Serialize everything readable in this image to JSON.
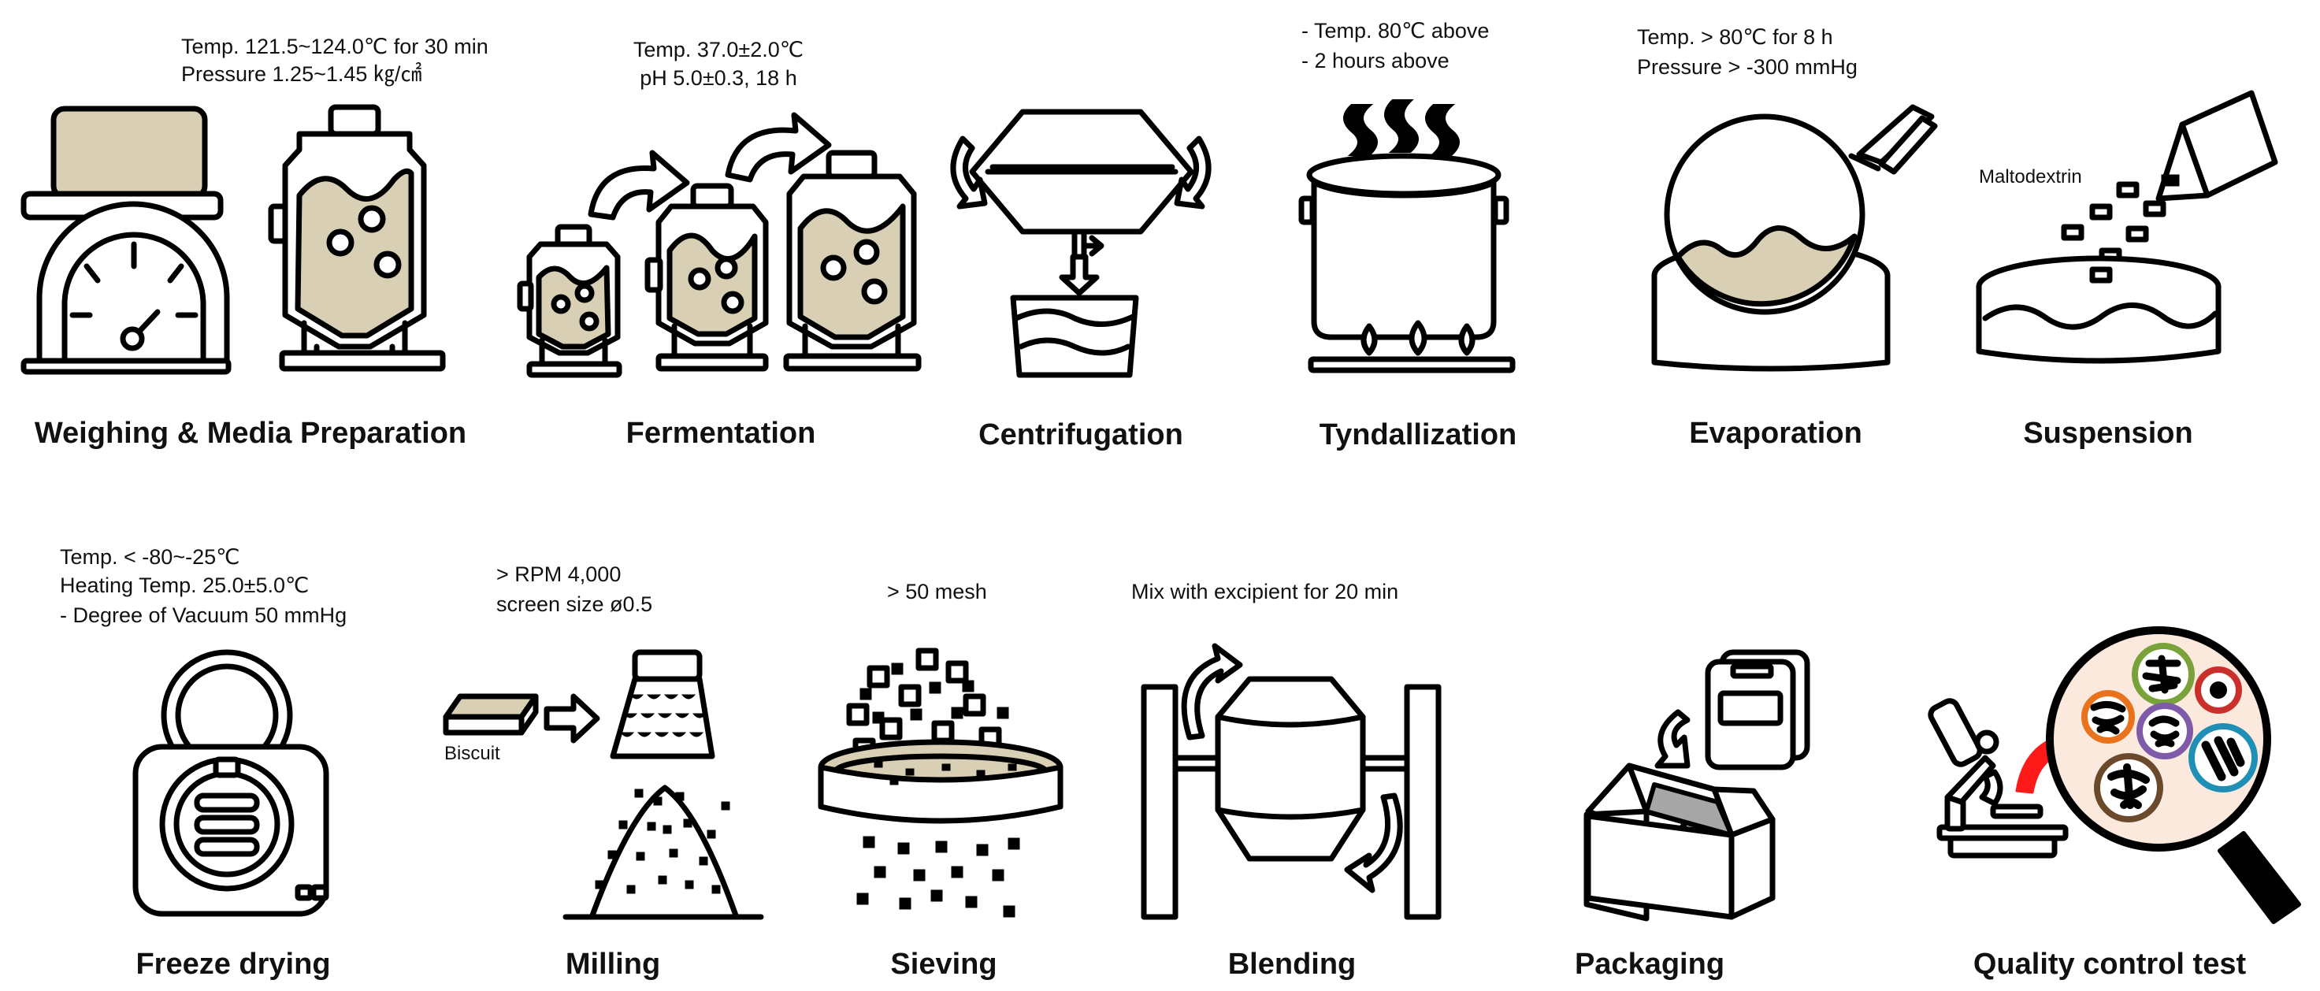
{
  "steps": [
    {
      "title": "Weighing & Media Preparation",
      "notes": [
        "Temp. 121.5~124.0℃ for 30 min",
        "Pressure 1.25~1.45 ㎏/㎠"
      ]
    },
    {
      "title": "Fermentation",
      "notes": [
        "Temp. 37.0±2.0℃",
        "pH 5.0±0.3, 18 h"
      ]
    },
    {
      "title": "Centrifugation",
      "notes": []
    },
    {
      "title": "Tyndallization",
      "notes": [
        "- Temp. 80℃ above",
        "- 2 hours above"
      ]
    },
    {
      "title": "Evaporation",
      "notes": [
        "Temp. > 80℃ for 8 h",
        "Pressure > -300 mmHg"
      ]
    },
    {
      "title": "Suspension",
      "notes": [],
      "label": "Maltodextrin"
    },
    {
      "title": "Freeze drying",
      "notes": [
        "Temp. < -80~-25℃",
        "Heating Temp. 25.0±5.0℃",
        "- Degree of Vacuum 50 mmHg"
      ]
    },
    {
      "title": "Milling",
      "notes": [
        "> RPM 4,000",
        "screen size ø0.5"
      ],
      "label": "Biscuit"
    },
    {
      "title": "Sieving",
      "notes": [
        "> 50 mesh"
      ]
    },
    {
      "title": "Blending",
      "notes": [
        "Mix with excipient  for 20 min"
      ]
    },
    {
      "title": "Packaging",
      "notes": []
    },
    {
      "title": "Quality control test",
      "notes": []
    }
  ],
  "colors": {
    "beige": "#d8cfb4",
    "arrow_red": "#ff1a1a",
    "light_peach": "#fbe9dd",
    "ring_orange": "#e8731c",
    "ring_green": "#7aa23a",
    "ring_purple": "#7f5aa8",
    "ring_teal": "#1f8fb5",
    "ring_red": "#c9302c",
    "ring_brown": "#6b4a2b"
  }
}
